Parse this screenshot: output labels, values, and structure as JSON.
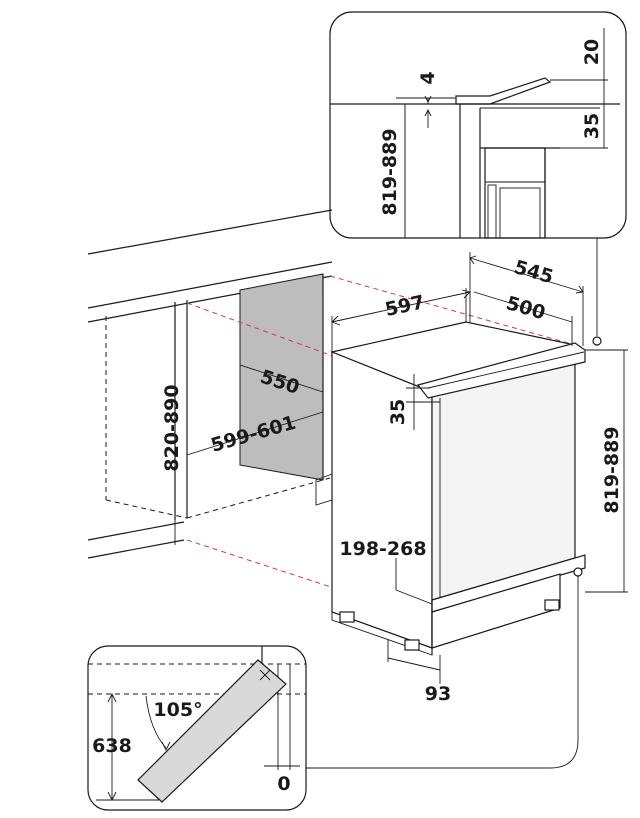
{
  "dimensions": {
    "gap_top": "4",
    "top_height": "20",
    "top_depth": "35",
    "inset_height": "819-889",
    "width": "597",
    "depth_total": "545",
    "depth_body": "500",
    "niche_depth": "550",
    "niche_width": "599-601",
    "niche_height": "820-890",
    "front_top": "35",
    "appliance_height": "819-889",
    "plinth_height": "198-268",
    "plinth_offset": "93",
    "door_open_angle": "105°",
    "door_arc_depth": "638",
    "door_clearance": "0"
  },
  "colors": {
    "line": "#1a1a1a",
    "niche_dash": "#d23c3c",
    "niche_back": "#bdbdbd"
  }
}
